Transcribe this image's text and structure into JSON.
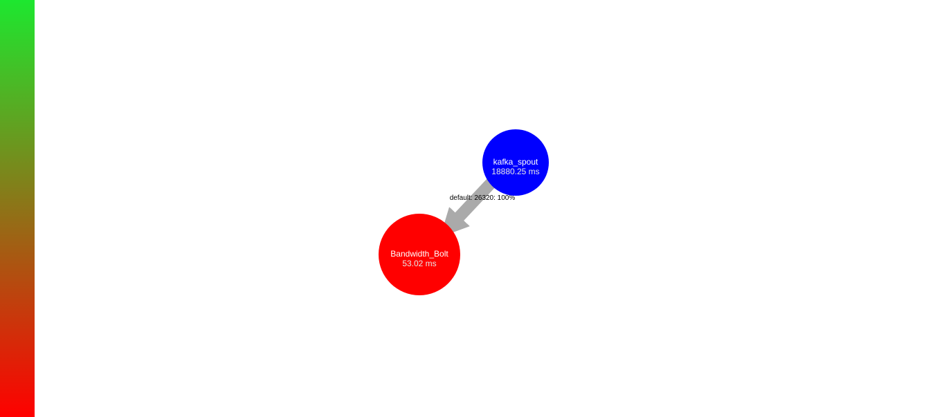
{
  "legend": {
    "gradient_top_color": "#1de72f",
    "gradient_bottom_color": "#ff0000"
  },
  "graph": {
    "nodes": [
      {
        "id": "kafka_spout",
        "label": "kafka_spout",
        "latency": "18880.25 ms",
        "color": "#0000ff"
      },
      {
        "id": "Bandwidth_Bolt",
        "label": "Bandwidth_Bolt",
        "latency": "53.02 ms",
        "color": "#ff0000"
      }
    ],
    "edges": [
      {
        "from": "kafka_spout",
        "to": "Bandwidth_Bolt",
        "label": "default: 26320: 100%",
        "color": "#aaaaaa"
      }
    ]
  }
}
